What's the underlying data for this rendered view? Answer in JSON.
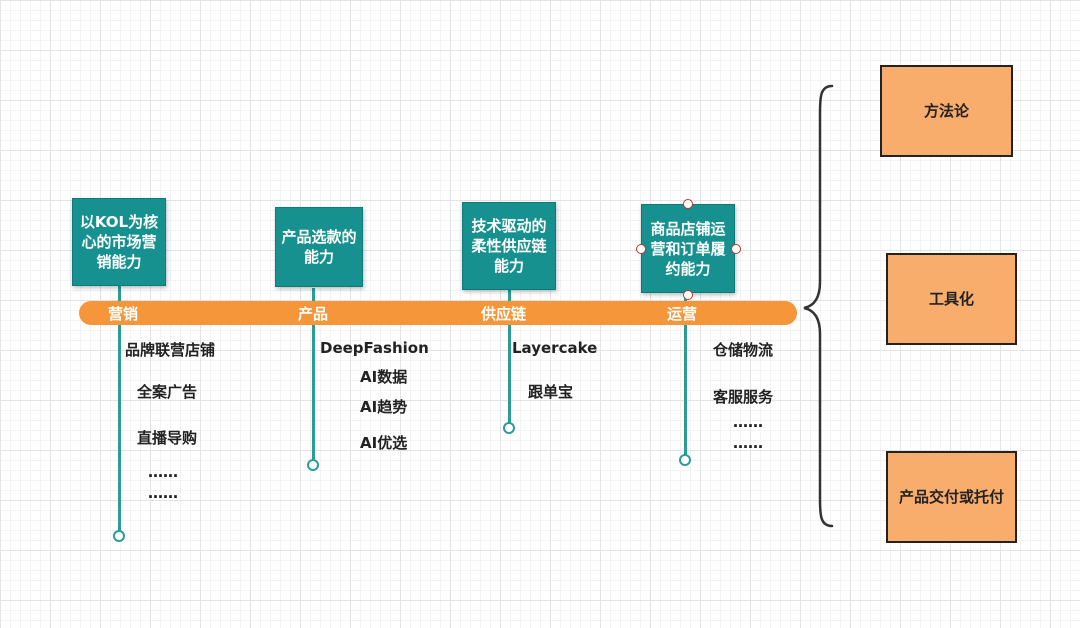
{
  "colors": {
    "timeline": "#f5963a",
    "teal": "#17918f",
    "stem": "#2a9d98",
    "category_box": "#f9ad6c",
    "selection_handle": "#c0392b"
  },
  "timeline": {
    "labels": [
      "营销",
      "产品",
      "供应链",
      "运营"
    ]
  },
  "capabilities": [
    "以KOL为核心的市场营销能力",
    "产品选款的能力",
    "技术驱动的柔性供应链能力",
    "商品店铺运营和订单履约能力"
  ],
  "columns": [
    {
      "items": [
        "品牌联营店铺",
        "全案广告",
        "直播导购",
        "……",
        "……"
      ]
    },
    {
      "items": [
        "DeepFashion",
        "AI数据",
        "AI趋势",
        "AI优选"
      ]
    },
    {
      "items": [
        "Layercake",
        "跟单宝"
      ]
    },
    {
      "items": [
        "仓储物流",
        "客服服务",
        "……",
        "……"
      ]
    }
  ],
  "categories": [
    "方法论",
    "工具化",
    "产品交付或托付"
  ]
}
